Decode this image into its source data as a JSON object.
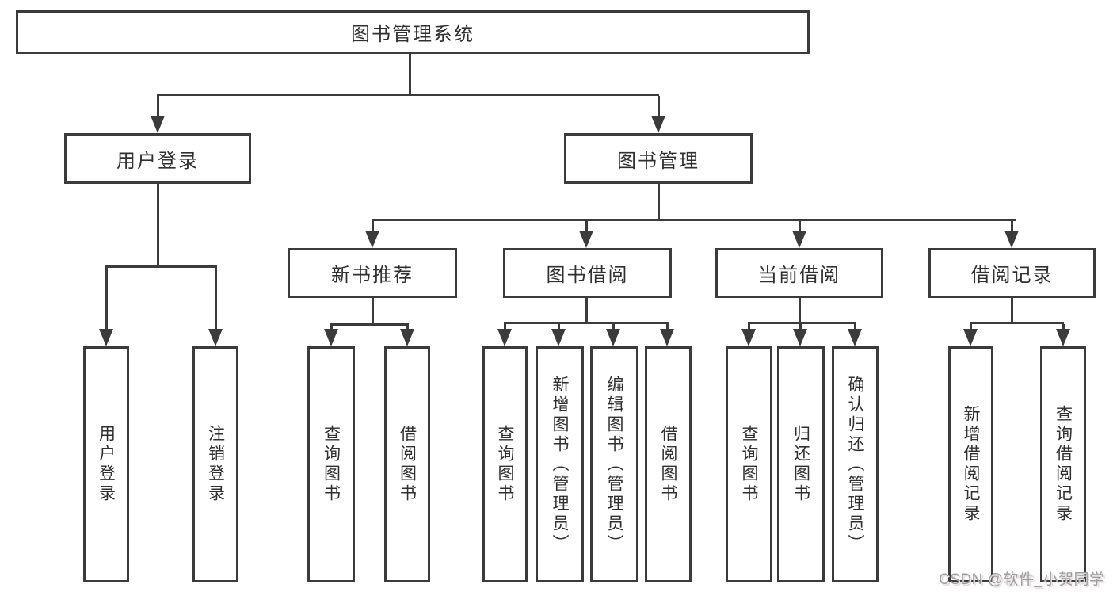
{
  "nodes": {
    "root": "图书管理系统",
    "user_login": "用户登录",
    "book_mgmt": "图书管理",
    "new_book_rec": "新书推荐",
    "book_borrow": "图书借阅",
    "current_borrow": "当前借阅",
    "borrow_records": "借阅记录",
    "leaf_user_login": "用户登录",
    "leaf_logout": "注销登录",
    "leaf_query_books_1": "查询图书",
    "leaf_borrow_books_1": "借阅图书",
    "leaf_query_books_2": "查询图书",
    "leaf_add_books": "新增图书（管理员）",
    "leaf_edit_books": "编辑图书（管理员）",
    "leaf_borrow_books_2": "借阅图书",
    "leaf_query_books_3": "查询图书",
    "leaf_return_books": "归还图书",
    "leaf_confirm_return": "确认归还（管理员）",
    "leaf_add_borrow_record": "新增借阅记录",
    "leaf_query_borrow_record": "查询借阅记录"
  },
  "hierarchy": {
    "图书管理系统": [
      "用户登录",
      "图书管理"
    ],
    "用户登录": [
      "用户登录",
      "注销登录"
    ],
    "图书管理": [
      "新书推荐",
      "图书借阅",
      "当前借阅",
      "借阅记录"
    ],
    "新书推荐": [
      "查询图书",
      "借阅图书"
    ],
    "图书借阅": [
      "查询图书",
      "新增图书（管理员）",
      "编辑图书（管理员）",
      "借阅图书"
    ],
    "当前借阅": [
      "查询图书",
      "归还图书",
      "确认归还（管理员）"
    ],
    "借阅记录": [
      "新增借阅记录",
      "查询借阅记录"
    ]
  },
  "watermark": "CSDN @软件_小贺同学",
  "colors": {
    "line": "#3b3b3b",
    "text": "#303030",
    "background": "#ffffff",
    "watermark": "#9c9c9c"
  }
}
